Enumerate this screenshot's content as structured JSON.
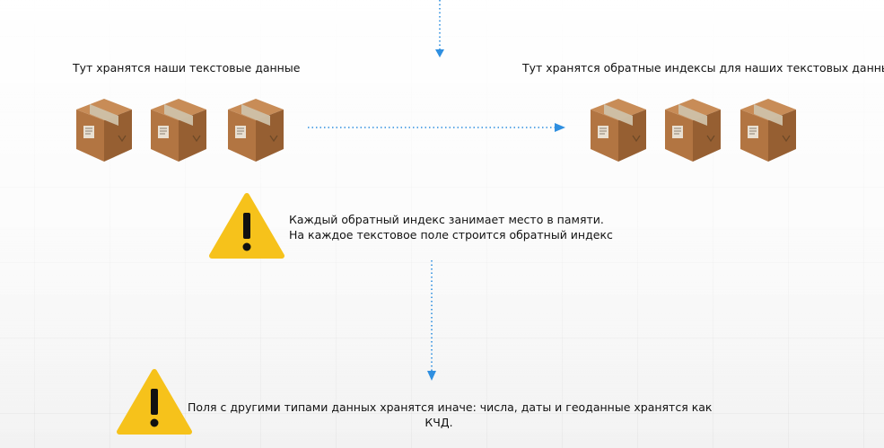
{
  "diagram": {
    "labels": {
      "source": "Тут хранятся наши текстовые данные",
      "target": "Тут хранятся обратные индексы для наших текстовых данных"
    },
    "notes": {
      "memory": {
        "line1": "Каждый обратный индекс занимает место в памяти.",
        "line2": "На каждое текстовое поле строится обратный индекс"
      },
      "other_types": {
        "line1": "Поля с другими типами данных хранятся иначе: числа, даты и геоданные хранятся как",
        "line2": "КЧД."
      }
    },
    "source_boxes": [
      "box-icon",
      "box-icon",
      "box-icon"
    ],
    "target_boxes": [
      "box-icon",
      "box-icon",
      "box-icon"
    ],
    "warning_icons": [
      "warning-icon",
      "warning-icon"
    ],
    "colors": {
      "arrow": "#2f8fe0",
      "warning_fill": "#f6c21b",
      "box_main": "#b27542",
      "box_side": "#965f32",
      "box_top": "#c88c57",
      "tape": "#cfc1a9"
    }
  }
}
